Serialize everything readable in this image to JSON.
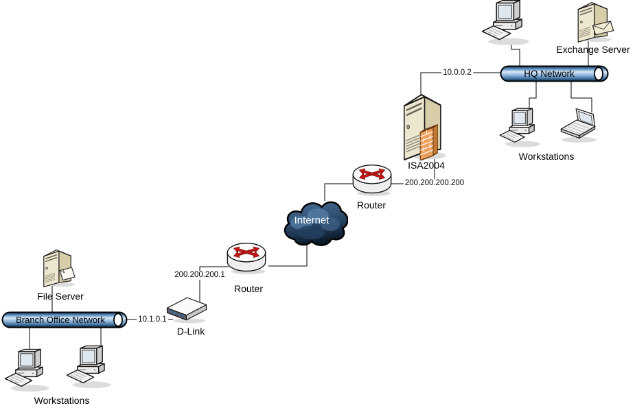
{
  "diagram": {
    "background": "#ffffff",
    "line_color": "#000000",
    "hq": {
      "network_label": "HQ Network",
      "exchange_server_label": "Exchange Server",
      "workstations_label": "Workstations",
      "isa_server_label": "ISA2004",
      "router_label": "Router",
      "internal_ip": "10.0.0.2",
      "external_ip": "200.200.200.200"
    },
    "internet_label": "Internet",
    "branch": {
      "network_label": "Branch Office Network",
      "router_label": "Router",
      "router_ip": "200.200.200.1",
      "dlink_label": "D-Link",
      "lan_ip": "10.1.0.1",
      "file_server_label": "File Server",
      "workstations_label": "Workstations"
    },
    "colors": {
      "pipe_highlight": "#d9eaf8",
      "pipe_dark": "#0f2c4e",
      "cloud_blue": "#2b4a6b",
      "router_arrow_red": "#c41414",
      "server_beige": "#eee7d0",
      "firewall_orange": "#eda15f",
      "dlink_port_blue": "#4a7fc0"
    }
  }
}
